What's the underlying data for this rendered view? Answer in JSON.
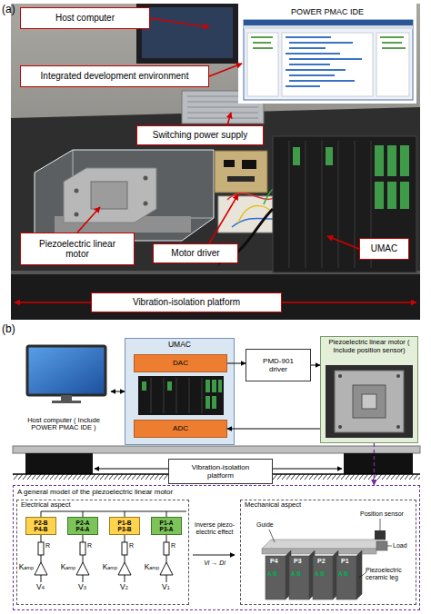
{
  "diagram": {
    "nodes": [
      {
        "text": [
          "Host computer"
        ]
      },
      {
        "text": [
          "Integrated development environment"
        ]
      },
      {
        "text": [
          "Switching power supply"
        ]
      },
      {
        "text": [
          "Piezoelectric linear motor"
        ]
      },
      {
        "text": [
          "Motor driver"
        ]
      },
      {
        "text": [
          "UMAC"
        ]
      },
      {
        "text": [
          "Vibration-isolation platform"
        ]
      },
      {
        "text": [
          "Host computer ( Include POWER PMAC IDE )"
        ]
      },
      {
        "text": [
          "UMAC"
        ]
      },
      {
        "text": [
          "DAC"
        ],
        "in": 8
      },
      {
        "text": [
          "ADC"
        ],
        "in": 8
      },
      {
        "text": [
          "PMD-901 driver"
        ]
      },
      {
        "text": [
          "Piezoelectric linear motor ( Include position sensor)"
        ]
      },
      {
        "text": [
          "Vibration-isolation platform"
        ]
      },
      {
        "text": [
          "A general model of the piezoelectric linear motor"
        ]
      },
      {
        "text": [
          "Electrical aspect"
        ],
        "in": 14
      },
      {
        "text": [
          "P2-B P4-B"
        ],
        "in": 15
      },
      {
        "text": [
          "P2-A P4-A"
        ],
        "in": 15
      },
      {
        "text": [
          "P1-B P3-B"
        ],
        "in": 15
      },
      {
        "text": [
          "P1-A P3-A"
        ],
        "in": 15
      },
      {
        "text": [
          "Mechanical aspect"
        ],
        "in": 14
      }
    ],
    "edges": [
      {
        "from": 7,
        "to": 8,
        "arrow": "both"
      },
      {
        "from": 9,
        "to": 11,
        "arrow": "to"
      },
      {
        "from": 11,
        "to": 12,
        "arrow": "to"
      },
      {
        "from": 12,
        "to": 10,
        "arrow": "to"
      },
      {
        "from": 12,
        "to": 14,
        "arrow": "to"
      }
    ],
    "labels": [
      "(a)",
      "POWER PMAC IDE",
      "(b)",
      "R",
      "R",
      "R",
      "R",
      "Kamp",
      "Kamp",
      "Kamp",
      "Kamp",
      "V4",
      "V3",
      "V2",
      "V1",
      "Inverse piezo-electric effect",
      "Vi → Di",
      "Guide",
      "Position sensor",
      "Load",
      "Piezoelectric ceramic leg",
      "P4",
      "P3",
      "P2",
      "P1",
      "A B",
      "A B",
      "A B",
      "A B"
    ]
  }
}
